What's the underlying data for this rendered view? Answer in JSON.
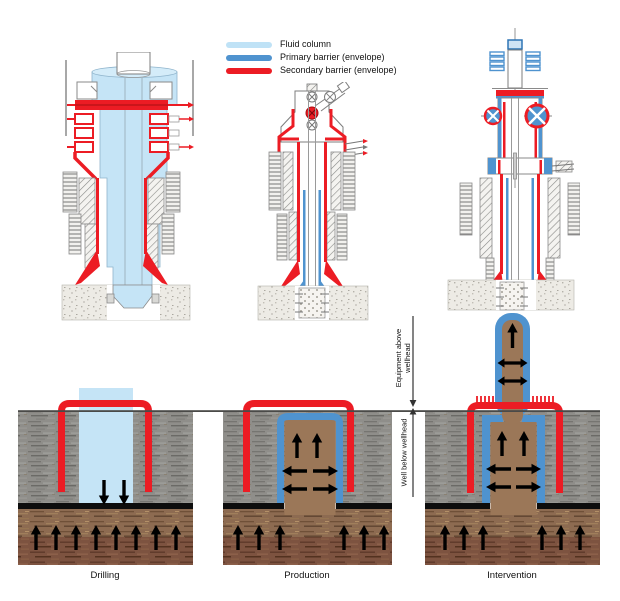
{
  "legend": {
    "items": [
      {
        "id": "fluid",
        "label": "Fluid column",
        "color": "#bfe2f6"
      },
      {
        "id": "primary",
        "label": "Primary barrier (envelope)",
        "color": "#4f93cf"
      },
      {
        "id": "secondary",
        "label": "Secondary barrier (envelope)",
        "color": "#ec1c24"
      }
    ]
  },
  "sections": {
    "drilling": {
      "label": "Drilling"
    },
    "production": {
      "label": "Production"
    },
    "intervention": {
      "label": "Intervention"
    }
  },
  "annotations": {
    "above_wellhead": "Equipment above wellhead",
    "below_wellhead": "Well below wellhead"
  },
  "colors": {
    "fluid": "#bfe2f6",
    "primary_barrier": "#4f93cf",
    "secondary_barrier": "#ec1c24",
    "rock": "#8e8d89",
    "reservoir": "#8c6a50",
    "hydrocarbon_column": "#9b7758",
    "caprock": "#0d0d0d"
  }
}
